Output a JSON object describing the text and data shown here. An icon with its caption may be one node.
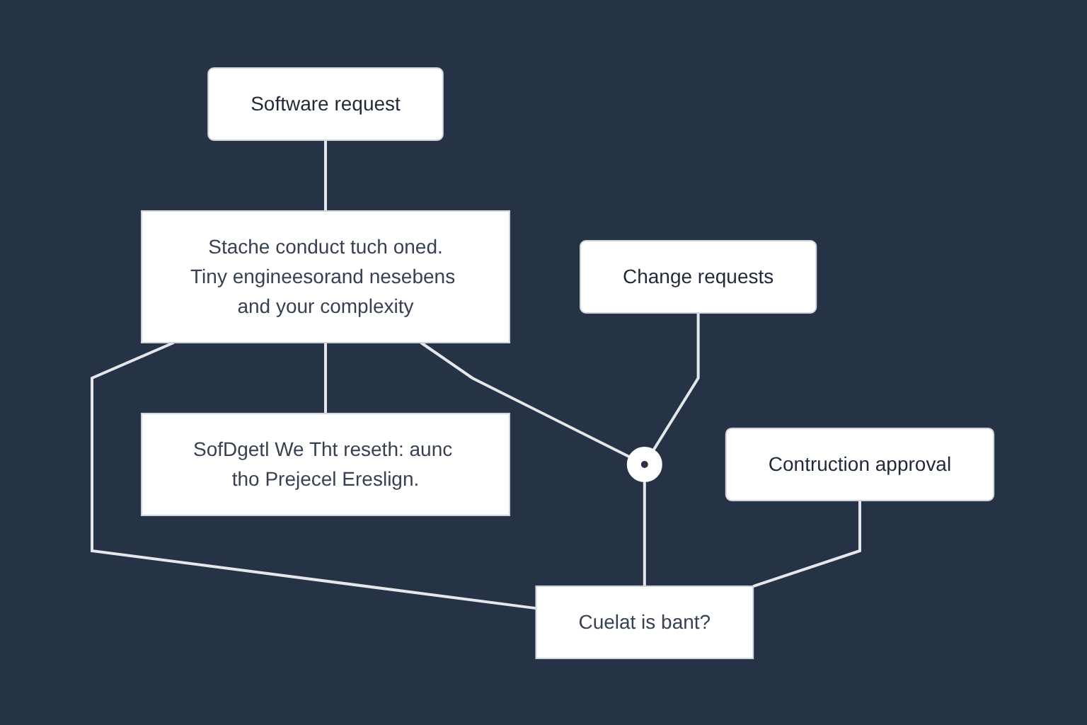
{
  "diagram": {
    "nodes": [
      {
        "text": [
          "Software request"
        ]
      },
      {
        "text": [
          "Change requests"
        ]
      },
      {
        "text": [
          "Contruction approval"
        ]
      },
      {
        "text": [
          "Stache conduct tuch oned.",
          "Tiny engineesorand nesebens and your complexity"
        ]
      },
      {
        "text": [
          "SofDgetl We Tht reseth: aunc tho Prejecel Ereslign."
        ]
      },
      {
        "text": [],
        "shape": "circle"
      },
      {
        "text": [
          "Cuelat is bant?"
        ]
      }
    ],
    "edges": [
      {
        "from": 0,
        "to": 3,
        "arrow": "none"
      },
      {
        "from": 1,
        "to": 5,
        "arrow": "none"
      },
      {
        "from": 2,
        "to": 6,
        "arrow": "none"
      },
      {
        "from": 3,
        "to": 4,
        "arrow": "none"
      },
      {
        "from": 3,
        "to": 5,
        "arrow": "none"
      },
      {
        "from": 5,
        "to": 6,
        "arrow": "none"
      },
      {
        "from": 3,
        "to": 6,
        "arrow": "none"
      }
    ]
  }
}
